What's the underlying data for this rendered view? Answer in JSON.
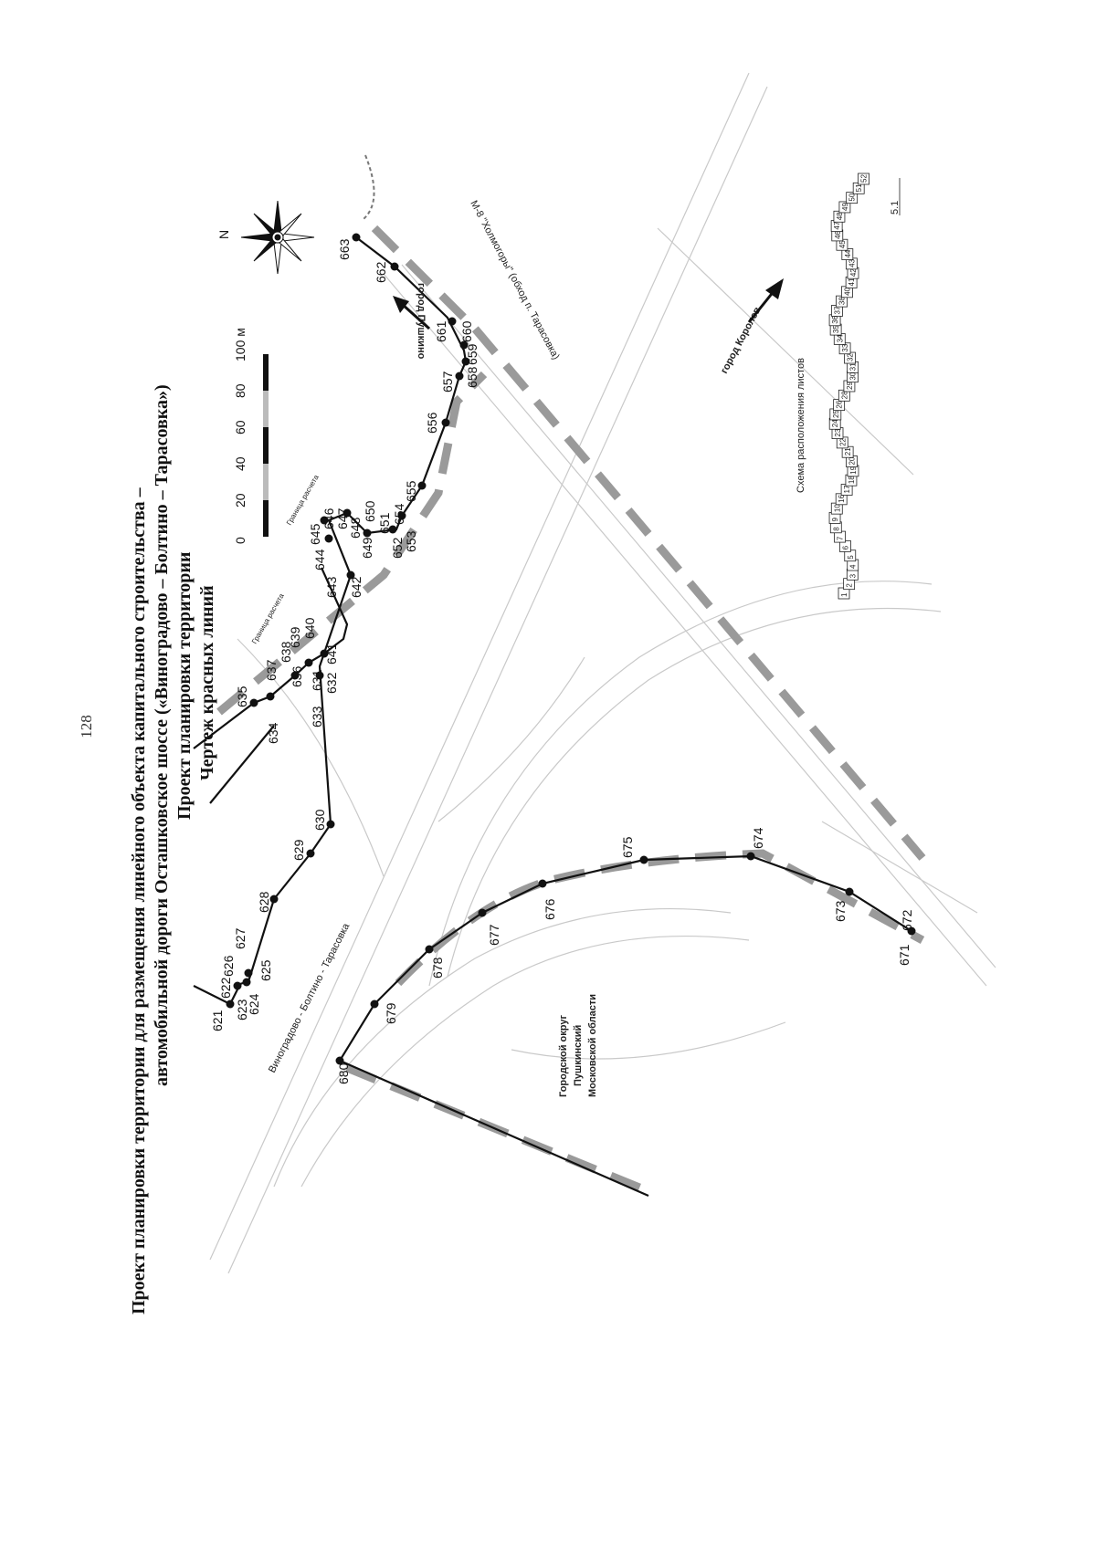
{
  "page_number": "128",
  "title": {
    "line1": "Проект планировки территории для размещения линейного объекта капитального строительства –",
    "line2": "автомобильной дороги Осташковское шоссе («Виноградово – Болтино – Тарасовка»)",
    "line3": "Проект планировки территории",
    "line4": "Чертеж красных линий"
  },
  "scale_bar": {
    "ticks": [
      "0",
      "20",
      "40",
      "60",
      "80",
      "100 м"
    ]
  },
  "compass": {
    "north_label": "N",
    "icon": "compass-rose-icon"
  },
  "labels": {
    "road_viniogradovo": "Виноградово - Болтино - Тарасовка",
    "road_m8": "М-8 \"Холмогоры\" (обход п. Тарасовка)",
    "city_pushkino": "город Пушкино",
    "city_korolev": "город Королев",
    "calc_boundary_1": "Граница расчета",
    "calc_boundary_2": "Граница расчета",
    "district_line1": "Городской округ",
    "district_line2": "Пушкинский",
    "district_line3": "Московской области",
    "sheet_scheme_title": "Схема расположения листов",
    "sheet_current": "5.1"
  },
  "points": {
    "p621": "621",
    "p622": "622",
    "p623": "623",
    "p624": "624",
    "p625": "625",
    "p626": "626",
    "p627": "627",
    "p628": "628",
    "p629": "629",
    "p630": "630",
    "p631": "631",
    "p632": "632",
    "p633": "633",
    "p634": "634",
    "p635": "635",
    "p636": "636",
    "p637": "637",
    "p638": "638",
    "p639": "639",
    "p640": "640",
    "p641": "641",
    "p642": "642",
    "p643": "643",
    "p644": "644",
    "p645": "645",
    "p646": "646",
    "p647": "647",
    "p648": "648",
    "p649": "649",
    "p650": "650",
    "p651": "651",
    "p652": "652",
    "p653": "653",
    "p654": "654",
    "p655": "655",
    "p656": "656",
    "p657": "657",
    "p658": "658",
    "p659": "659",
    "p660": "660",
    "p661": "661",
    "p662": "662",
    "p663": "663",
    "p671": "671",
    "p672": "672",
    "p673": "673",
    "p674": "674",
    "p675": "675",
    "p676": "676",
    "p677": "677",
    "p678": "678",
    "p679": "679",
    "p680": "680"
  },
  "sheet_numbers": [
    "1",
    "2",
    "3",
    "4",
    "5",
    "6",
    "7",
    "8",
    "9",
    "10",
    "16",
    "17",
    "18",
    "19",
    "20",
    "21",
    "22",
    "23",
    "24",
    "25",
    "26",
    "28",
    "29",
    "30",
    "31",
    "32",
    "33",
    "34",
    "35",
    "36",
    "37",
    "38",
    "40",
    "41",
    "42",
    "43",
    "44",
    "45",
    "46",
    "47",
    "48",
    "49",
    "50",
    "51",
    "52"
  ],
  "colors": {
    "red_line": "#111111",
    "boundary_dash": "#9a9a9a",
    "basemap": "#c8c8c8"
  }
}
